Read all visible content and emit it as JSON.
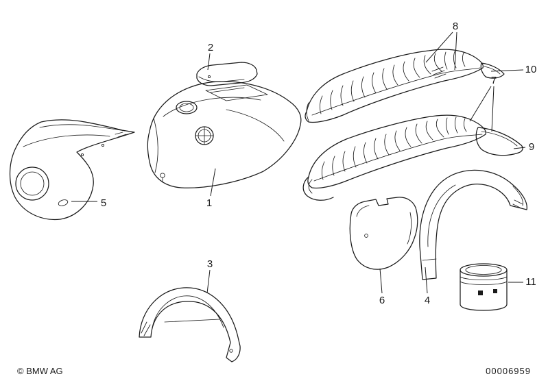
{
  "colors": {
    "line": "#1a1a1a",
    "background": "#ffffff"
  },
  "footer": {
    "copyright": "© BMW AG",
    "part_number": "00006959"
  },
  "callouts": {
    "c1": "1",
    "c2": "2",
    "c3": "3",
    "c4": "4",
    "c5": "5",
    "c6": "6",
    "c7": "7",
    "c8": "8",
    "c9": "9",
    "c10": "10",
    "c11": "11"
  }
}
